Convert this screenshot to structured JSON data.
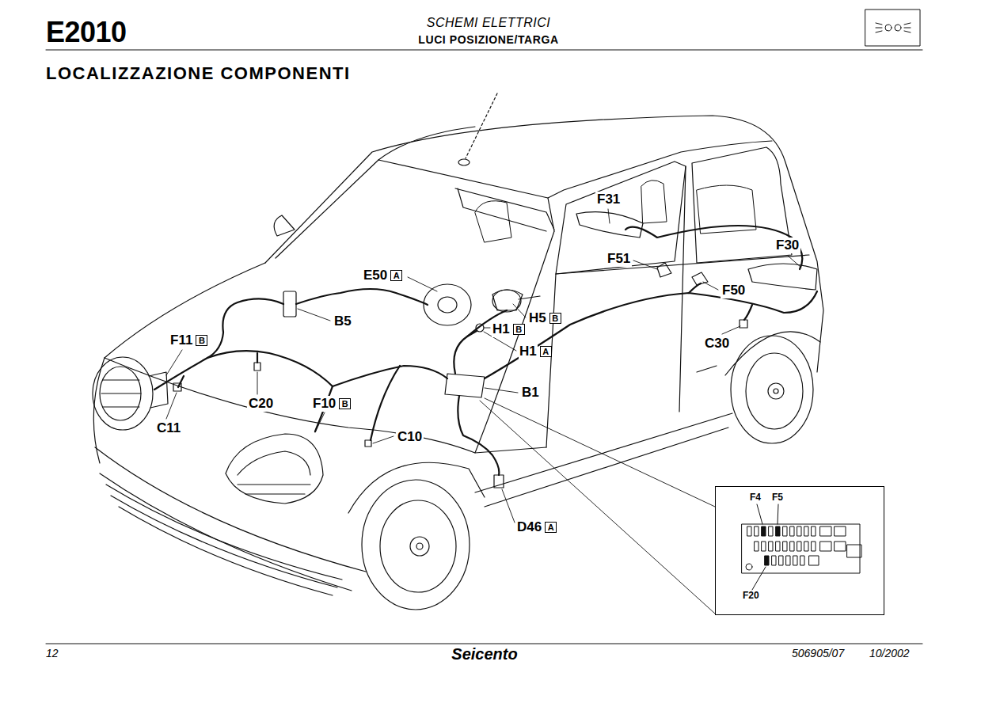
{
  "diagram": {
    "title": "LOCALIZZAZIONE COMPONENTI",
    "nodes": [
      {
        "text": [
          "E50",
          "A"
        ]
      },
      {
        "text": [
          "H5",
          "B"
        ]
      },
      {
        "text": [
          "H1",
          "B"
        ]
      },
      {
        "text": [
          "F11",
          "B"
        ]
      },
      {
        "text": [
          "H1",
          "A"
        ]
      },
      {
        "text": [
          "F10",
          "B"
        ]
      },
      {
        "text": [
          "F4",
          "F5",
          "F20"
        ]
      },
      {
        "text": [
          "D46",
          "A"
        ]
      }
    ],
    "labels": [
      "E2010",
      "SCHEMI ELETTRICI",
      "LUCI POSIZIONE/TARGA",
      "F31",
      "F30",
      "F51",
      "F50",
      "B5",
      "C30",
      "B1",
      "C20",
      "C11",
      "C10",
      "12",
      "Seicento",
      "506905/07",
      "10/2002"
    ]
  }
}
